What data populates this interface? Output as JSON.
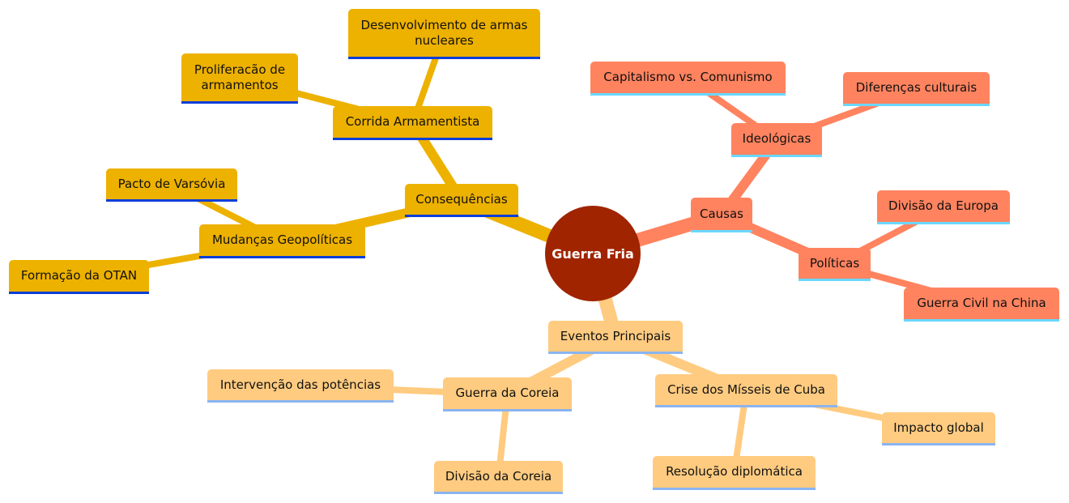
{
  "root": "Guerra Fria",
  "branches": [
    {
      "label": "Causas",
      "color": "#ff835f",
      "children": [
        {
          "label": "Ideológicas",
          "children": [
            "Capitalismo vs. Comunismo",
            "Diferenças culturais"
          ]
        },
        {
          "label": "Políticas",
          "children": [
            "Divisão da Europa",
            "Guerra Civil na China"
          ]
        }
      ]
    },
    {
      "label": "Consequências",
      "color": "#edb100",
      "children": [
        {
          "label": "Corrida Armamentista",
          "children": [
            "Desenvolvimento de armas nucleares",
            "Proliferacão de armamentos"
          ]
        },
        {
          "label": "Mudanças Geopolíticas",
          "children": [
            "Pacto de Varsóvia",
            "Formação da OTAN"
          ]
        }
      ]
    },
    {
      "label": "Eventos Principais",
      "color": "#ffcb80",
      "children": [
        {
          "label": "Guerra da Coreia",
          "children": [
            "Intervenção das potências",
            "Divisão da Coreia"
          ]
        },
        {
          "label": "Crise dos Mísseis de Cuba",
          "children": [
            "Impacto global",
            "Resolução diplomática"
          ]
        }
      ]
    }
  ]
}
